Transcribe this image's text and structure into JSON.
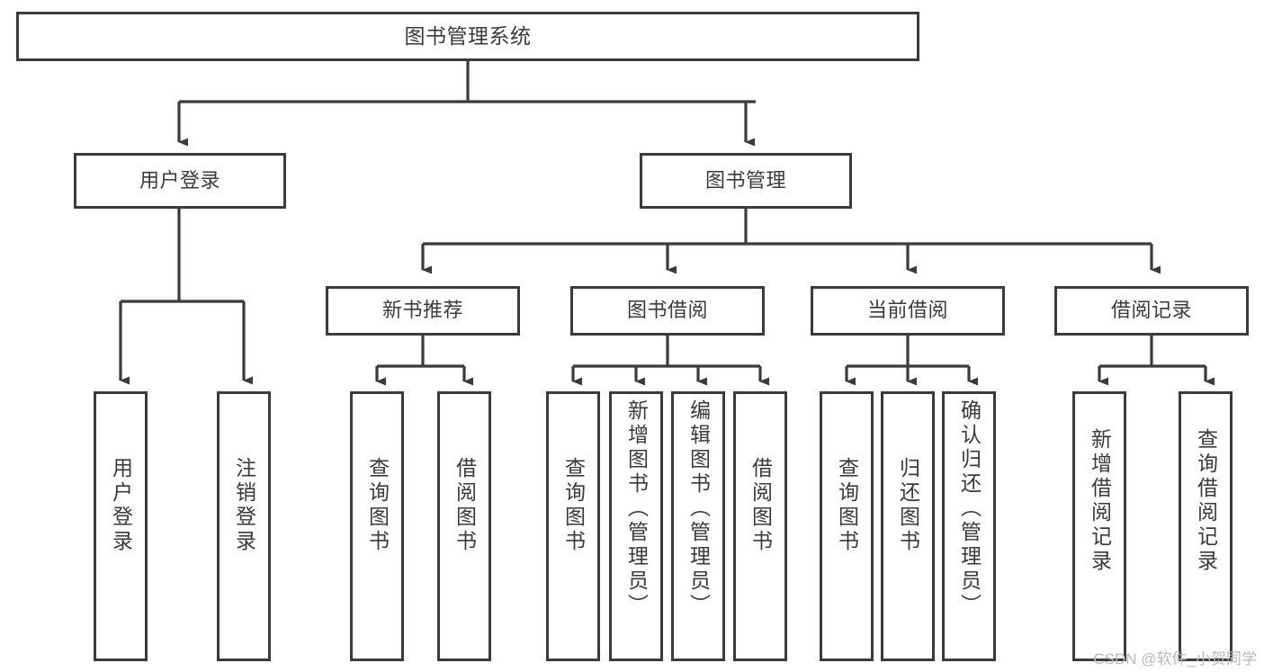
{
  "diagram": {
    "title": "图书管理系统",
    "type": "tree-hierarchy-chart",
    "watermark": "CSDN @软件_小贺同学",
    "line_color": "#3b3b3b",
    "box_fill": "#ffffff",
    "text_color": "#3a3a3a",
    "root": {
      "label": "图书管理系统"
    },
    "level1": [
      {
        "label": "用户登录"
      },
      {
        "label": "图书管理"
      }
    ],
    "level2": [
      {
        "label": "新书推荐"
      },
      {
        "label": "图书借阅"
      },
      {
        "label": "当前借阅"
      },
      {
        "label": "借阅记录"
      }
    ],
    "leaves": {
      "user_login": [
        {
          "label": "用户登录"
        },
        {
          "label": "注销登录"
        }
      ],
      "new_book_recommend": [
        {
          "label": "查询图书"
        },
        {
          "label": "借阅图书"
        }
      ],
      "book_borrow": [
        {
          "label": "查询图书"
        },
        {
          "label": "新增图书（管理员）"
        },
        {
          "label": "编辑图书（管理员）"
        },
        {
          "label": "借阅图书"
        }
      ],
      "current_borrow": [
        {
          "label": "查询图书"
        },
        {
          "label": "归还图书"
        },
        {
          "label": "确认归还（管理员）"
        }
      ],
      "borrow_record": [
        {
          "label": "新增借阅记录"
        },
        {
          "label": "查询借阅记录"
        }
      ]
    }
  }
}
